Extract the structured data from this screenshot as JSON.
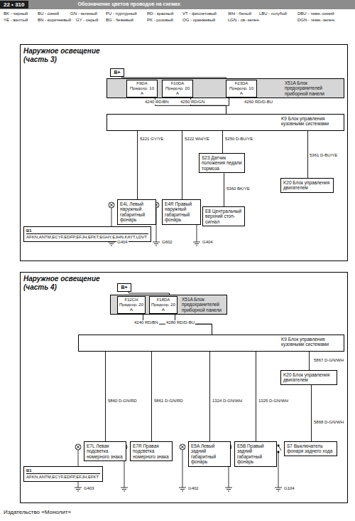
{
  "diagram": {
    "nodes": [
      {
        "text": [
          "22 • 310",
          "Обозначение цветов проводов на схемах"
        ]
      },
      {
        "text": [
          "Наружное освещение (часть 3)"
        ]
      },
      {
        "text": [
          "B+"
        ],
        "in": 1
      },
      {
        "text": [
          "X51A Блок предохранителей приборной панели"
        ],
        "in": 1
      },
      {
        "text": [
          "F9DA Предохр. 10 A"
        ],
        "in": 3
      },
      {
        "text": [
          "F10DA Предохр. 20 A"
        ],
        "in": 3
      },
      {
        "text": [
          "F23DA Предохр. 10 A"
        ],
        "in": 3
      },
      {
        "text": [
          "K9 Блок управления кузовными системами"
        ],
        "in": 1
      },
      {
        "text": [
          "S23 Датчик положения педали тормоза"
        ],
        "in": 1
      },
      {
        "text": [
          "K20 Блок управления двигателем"
        ],
        "in": 1
      },
      {
        "text": [
          "E4L Левый наружный габаритный фонарь"
        ],
        "in": 1
      },
      {
        "text": [
          "E4R Правый наружный габаритный фонарь"
        ],
        "in": 1
      },
      {
        "text": [
          "E8 Центральный верхний стоп-сигнал"
        ],
        "in": 1
      },
      {
        "text": [
          "B1",
          "AFKN,ANTM,ECYF,EDFP,EFJH,EFKT,EGHY,EJHN,KAYT,LDVT"
        ],
        "in": 1
      },
      {
        "text": [
          "Наружное освещение (часть 4)"
        ]
      },
      {
        "text": [
          "B+"
        ],
        "in": 14
      },
      {
        "text": [
          "X51A Блок предохранителей приборной панели"
        ],
        "in": 14
      },
      {
        "text": [
          "F12CH Предохр. 20 A"
        ],
        "in": 16
      },
      {
        "text": [
          "F18DA Предохр. 20 A"
        ],
        "in": 16
      },
      {
        "text": [
          "K9 Блок управления кузовными системами"
        ],
        "in": 14
      },
      {
        "text": [
          "K20 Блок управления двигателем"
        ],
        "in": 14
      },
      {
        "text": [
          "E7L Левая подсветка номерного знака"
        ],
        "in": 14
      },
      {
        "text": [
          "E7R Правая подсветка номерного знака"
        ],
        "in": 14
      },
      {
        "text": [
          "E5A Левый задний габаритный фонарь"
        ],
        "in": 14
      },
      {
        "text": [
          "E5B Правый задний габаритный фонарь"
        ],
        "in": 14
      },
      {
        "text": [
          "S7 Выключатель фонаря заднего хода"
        ],
        "in": 14
      },
      {
        "text": [
          "B1",
          "AFKN,ANTM,ECYF,EDFP,EFJH,EFKT"
        ],
        "in": 14
      }
    ],
    "edges": [
      {
        "from": 2,
        "to": 3,
        "arrow": "none"
      },
      {
        "from": 4,
        "to": 7,
        "arrow": "none"
      },
      {
        "from": 5,
        "to": 7,
        "arrow": "none"
      },
      {
        "from": 6,
        "to": 7,
        "arrow": "none"
      },
      {
        "from": 7,
        "to": 10,
        "arrow": "none"
      },
      {
        "from": 7,
        "to": 11,
        "arrow": "none"
      },
      {
        "from": 7,
        "to": 8,
        "arrow": "none"
      },
      {
        "from": 8,
        "to": 12,
        "arrow": "none"
      },
      {
        "from": 7,
        "to": 9,
        "arrow": "none"
      },
      {
        "from": 15,
        "to": 16,
        "arrow": "none"
      },
      {
        "from": 17,
        "to": 19,
        "arrow": "none"
      },
      {
        "from": 18,
        "to": 19,
        "arrow": "none"
      },
      {
        "from": 19,
        "to": 21,
        "arrow": "none"
      },
      {
        "from": 19,
        "to": 22,
        "arrow": "none"
      },
      {
        "from": 19,
        "to": 23,
        "arrow": "none"
      },
      {
        "from": 19,
        "to": 24,
        "arrow": "none"
      },
      {
        "from": 19,
        "to": 20,
        "arrow": "none"
      },
      {
        "from": 20,
        "to": 25,
        "arrow": "none"
      }
    ],
    "labels": [
      "BK - черный",
      "BU - синий",
      "GN - зеленый",
      "PU - пурпурный",
      "RD - красный",
      "VT - фиолетовый",
      "WH - белый",
      "LBU - голубой",
      "DBU - темн.-синий",
      "YE - желтый",
      "BN - коричневый",
      "GY - серый",
      "BG - бежевый",
      "PK - розовый",
      "OG - оранжевый",
      "LGN - св.-зелен.",
      "DGN - темн.-зелен.",
      "4240 RD/BN",
      "4250 RD/GN",
      "4260 RD/D-BU",
      "5221 GY/YE",
      "5222 WH/YE",
      "5250 D-BU/YE",
      "5361 D-BU/YE",
      "5360 BK/YE",
      "G404",
      "G602",
      "G404",
      "4240 RD/BN",
      "4280 RD/D-BU",
      "5860 D-GN/RD",
      "5861 D-GN/RD",
      "1324 D-GN/WH",
      "1325 D-GN/WH",
      "5867 D-GN/WH",
      "5868 D-GN/WH",
      "G403",
      "G402",
      "G104",
      "Издательство «Монолит»"
    ]
  }
}
